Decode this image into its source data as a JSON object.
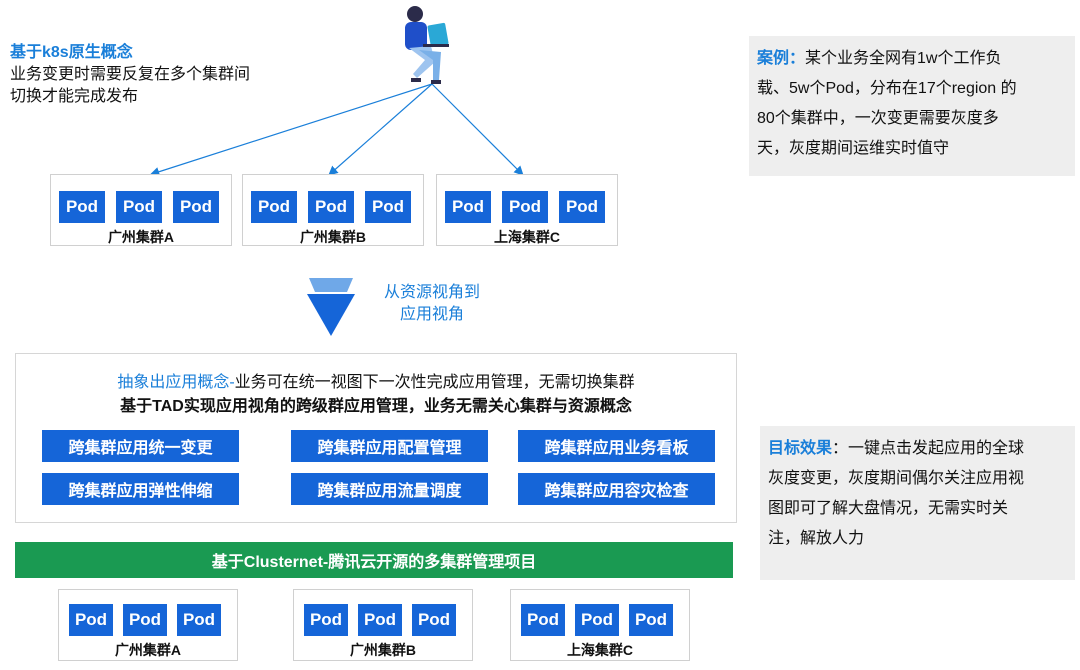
{
  "intro": {
    "line1": "基于k8s原生概念",
    "line2": "业务变更时需要反复在多个集群间",
    "line3": "切换才能完成发布"
  },
  "case": {
    "label": "案例：",
    "lines": [
      "某个业务全网有1w个工作负",
      "载、5w个Pod，分布在17个region 的",
      "80个集群中，一次变更需要灰度多",
      "天，灰度期间运维实时值守"
    ]
  },
  "top_clusters": [
    {
      "name": "广州集群A",
      "pods": [
        "Pod",
        "Pod",
        "Pod"
      ]
    },
    {
      "name": "广州集群B",
      "pods": [
        "Pod",
        "Pod",
        "Pod"
      ]
    },
    {
      "name": "上海集群C",
      "pods": [
        "Pod",
        "Pod",
        "Pod"
      ]
    }
  ],
  "transform": {
    "line1": "从资源视角到",
    "line2": "应用视角"
  },
  "panel": {
    "line1_hl": "抽象出应用概念-",
    "line1_rest": "业务可在统一视图下一次性完成应用管理，无需切换集群",
    "line2": "基于TAD实现应用视角的跨级群应用管理，业务无需关心集群与资源概念",
    "features": [
      "跨集群应用统一变更",
      "跨集群应用配置管理",
      "跨集群应用业务看板",
      "跨集群应用弹性伸缩",
      "跨集群应用流量调度",
      "跨集群应用容灾检查"
    ]
  },
  "goal": {
    "label": "目标效果",
    "lines": [
      "：一键点击发起应用的全球",
      "灰度变更，灰度期间偶尔关注应用视",
      "图即可了解大盘情况，无需实时关",
      "注，解放人力"
    ]
  },
  "bottom_bar": "基于Clusternet-腾讯云开源的多集群管理项目",
  "bottom_clusters": [
    {
      "name": "广州集群A",
      "pods": [
        "Pod",
        "Pod",
        "Pod"
      ]
    },
    {
      "name": "广州集群B",
      "pods": [
        "Pod",
        "Pod",
        "Pod"
      ]
    },
    {
      "name": "上海集群C",
      "pods": [
        "Pod",
        "Pod",
        "Pod"
      ]
    }
  ],
  "colors": {
    "accent": "#1a7fd9",
    "pod": "#1565d8",
    "bar": "#1a9a52",
    "casebg": "#eeeeee"
  }
}
